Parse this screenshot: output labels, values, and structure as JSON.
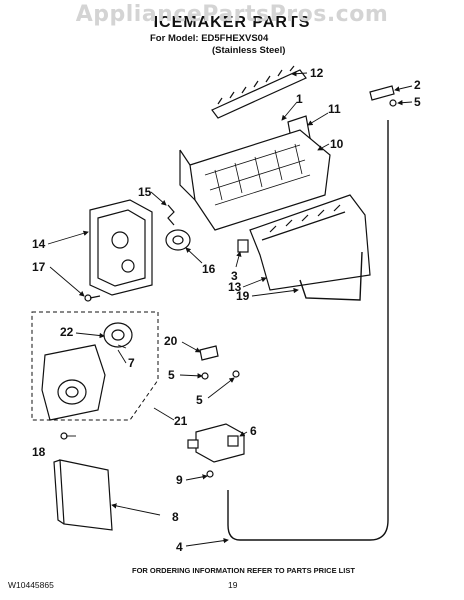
{
  "watermark": "AppliancePartsPros.com",
  "header": {
    "title": "ICEMAKER PARTS",
    "model_line": "For Model: ED5FHEXVS04",
    "finish_line": "(Stainless Steel)"
  },
  "callouts": {
    "c1": "1",
    "c2": "2",
    "c3": "3",
    "c4": "4",
    "c5a": "5",
    "c5b": "5",
    "c5c": "5",
    "c6": "6",
    "c7": "7",
    "c8": "8",
    "c9": "9",
    "c10": "10",
    "c11": "11",
    "c12": "12",
    "c13": "13",
    "c14": "14",
    "c15": "15",
    "c16": "16",
    "c17": "17",
    "c18": "18",
    "c19": "19",
    "c20": "20",
    "c21": "21",
    "c22": "22"
  },
  "footer": {
    "doc_number": "W10445865",
    "ordering_note": "FOR ORDERING INFORMATION REFER TO PARTS PRICE LIST",
    "page_number": "19"
  }
}
